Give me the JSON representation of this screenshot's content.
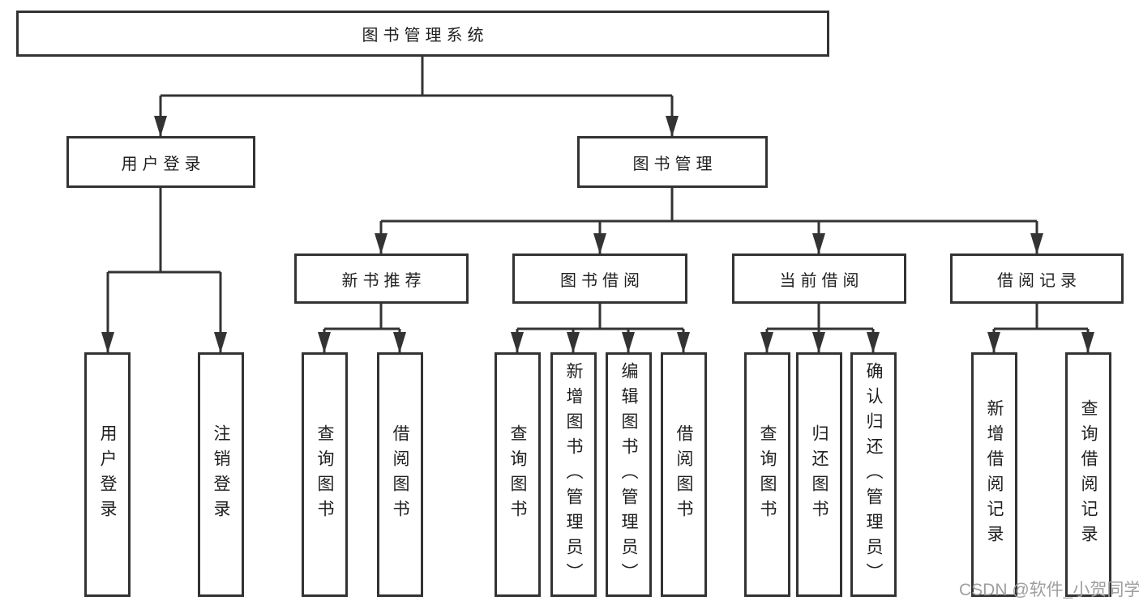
{
  "diagram": {
    "type": "hierarchy",
    "root": {
      "label": "图书管理系统"
    },
    "level2": {
      "user_login": {
        "label": "用户登录"
      },
      "book_mgmt": {
        "label": "图书管理"
      }
    },
    "level3": {
      "new_book_rec": {
        "label": "新书推荐"
      },
      "book_borrow": {
        "label": "图书借阅"
      },
      "current_borrow": {
        "label": "当前借阅"
      },
      "borrow_records": {
        "label": "借阅记录"
      }
    },
    "leaves": {
      "user_login_children": [
        "用户登录",
        "注销登录"
      ],
      "new_book_rec_children": [
        "查询图书",
        "借阅图书"
      ],
      "book_borrow_children": [
        "查询图书",
        "新增图书（管理员）",
        "编辑图书（管理员）",
        "借阅图书"
      ],
      "current_borrow_children": [
        "查询图书",
        "归还图书",
        "确认归还（管理员）"
      ],
      "borrow_records_children": [
        "新增借阅记录",
        "查询借阅记录"
      ]
    },
    "colors": {
      "line": "#333333",
      "text": "#1f1f1f",
      "background": "#ffffff",
      "watermark": "#9e9e9e"
    }
  },
  "watermark": {
    "text": "CSDN @软件_小贺同学"
  }
}
